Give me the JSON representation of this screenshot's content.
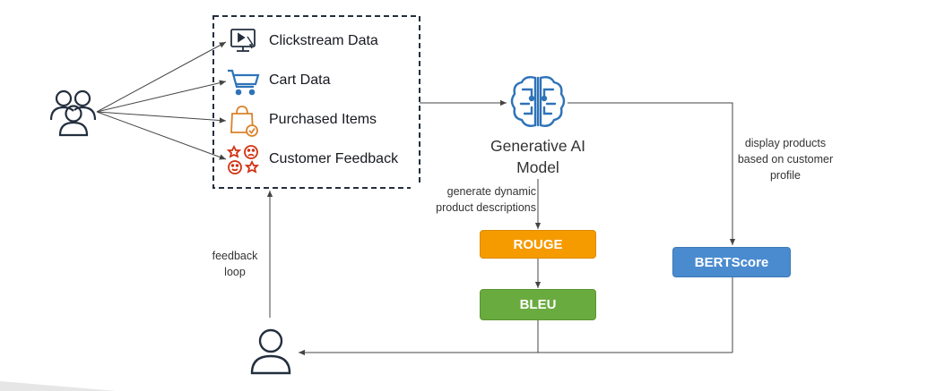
{
  "sources": {
    "items": [
      {
        "label": "Clickstream Data",
        "icon": "monitor-cursor-icon",
        "color": "#232f3e"
      },
      {
        "label": "Cart Data",
        "icon": "shopping-cart-icon",
        "color": "#2e73b8"
      },
      {
        "label": "Purchased Items",
        "icon": "shopping-bag-check-icon",
        "color": "#d9822b"
      },
      {
        "label": "Customer Feedback",
        "icon": "feedback-faces-icon",
        "color": "#d13212"
      }
    ]
  },
  "users_icon": "users-group-icon",
  "model": {
    "title_line1": "Generative AI",
    "title_line2": "Model",
    "icon": "brain-circuit-icon",
    "icon_color": "#2e73b8"
  },
  "notes": {
    "generate": [
      "generate dynamic",
      "product descriptions"
    ],
    "display": [
      "display products",
      "based on customer",
      "profile"
    ],
    "feedback": [
      "feedback",
      "loop"
    ]
  },
  "metrics": {
    "rouge": {
      "label": "ROUGE",
      "color": "#f59b00"
    },
    "bleu": {
      "label": "BLEU",
      "color": "#6aab3f"
    },
    "bertscore": {
      "label": "BERTScore",
      "color": "#4a8bcf"
    }
  },
  "end_user_icon": "person-icon"
}
